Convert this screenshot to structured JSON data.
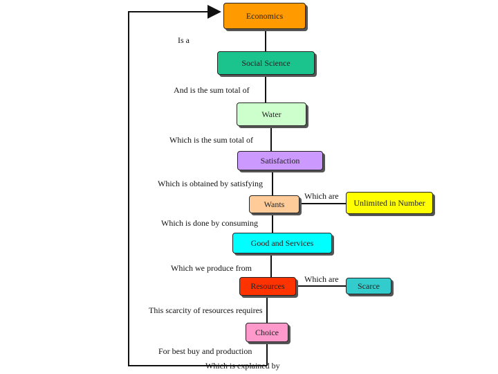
{
  "nodes": {
    "economics": {
      "label": "Economics",
      "color": "#ff9a00"
    },
    "social_science": {
      "label": "Social Science",
      "color": "#1ac48c"
    },
    "water": {
      "label": "Water",
      "color": "#ccffcc"
    },
    "satisfaction": {
      "label": "Satisfaction",
      "color": "#cc99ff"
    },
    "wants": {
      "label": "Wants",
      "color": "#ffcc99"
    },
    "unlimited": {
      "label": "Unlimited in Number",
      "color": "#ffff00"
    },
    "goods_services": {
      "label": "Good and Services",
      "color": "#00ffff"
    },
    "resources": {
      "label": "Resources",
      "color": "#ff3300"
    },
    "scarce": {
      "label": "Scarce",
      "color": "#33cccc"
    },
    "choice": {
      "label": "Choice",
      "color": "#ff99cc"
    }
  },
  "edge_labels": {
    "is_a": "Is a",
    "sum_total_of": "And is the sum total of",
    "which_sum_total_of": "Which is the sum total of",
    "obtained_by": "Which is obtained by satisfying",
    "which_are_1": "Which are",
    "done_by": "Which is done by consuming",
    "produce_from": "Which we produce from",
    "which_are_2": "Which are",
    "scarcity_requires": "This scarcity of resources requires",
    "best_buy": "For best buy and production",
    "explained_by": "Which is explained by"
  }
}
